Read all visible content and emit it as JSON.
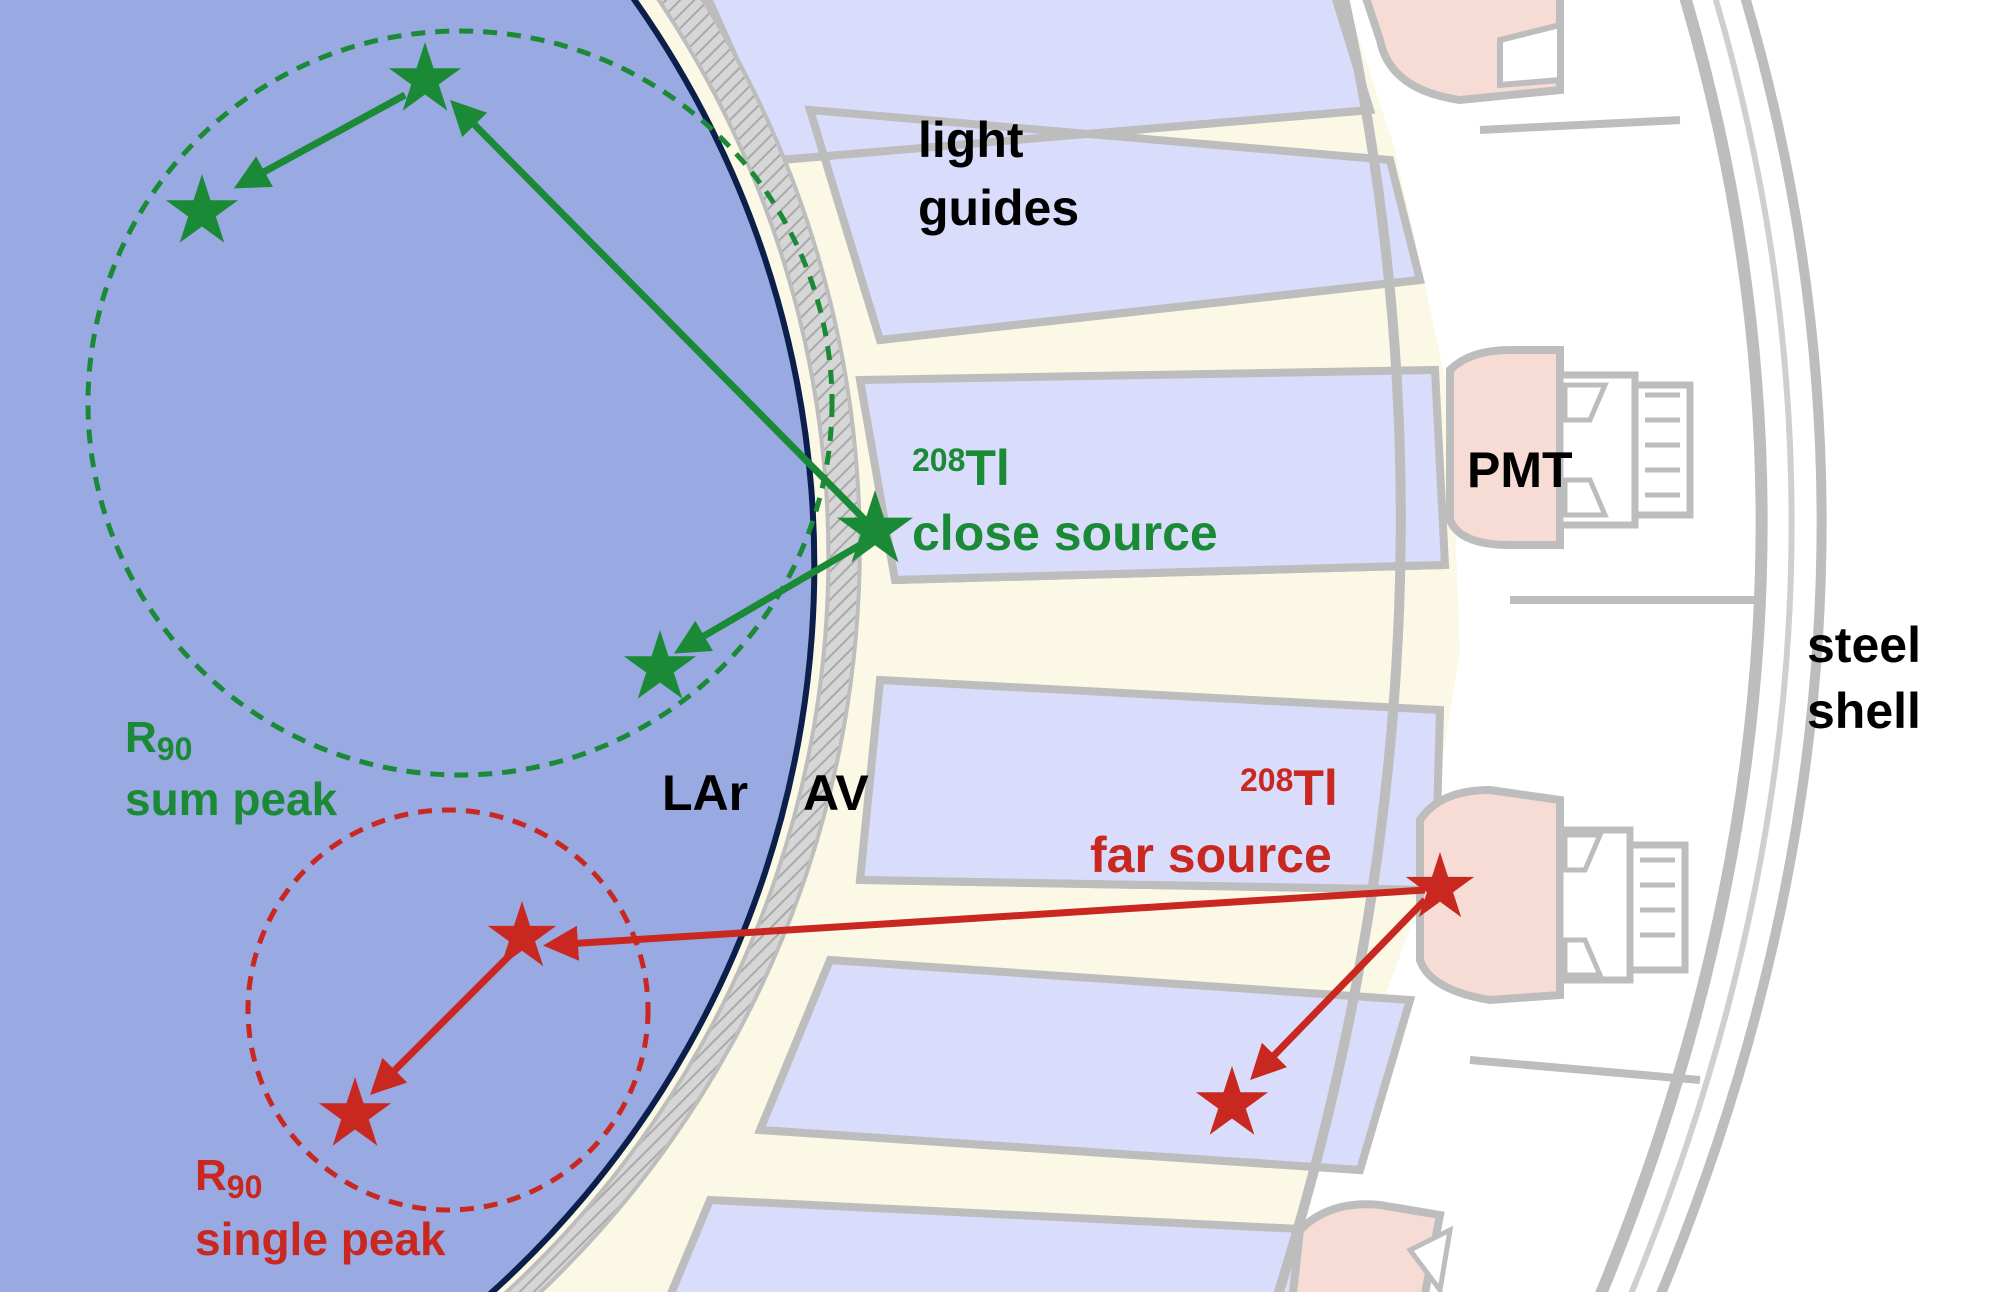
{
  "colors": {
    "background": "#ffffff",
    "lar_fill": "#99aae3",
    "lar_edge": "#0c1f4a",
    "av_hatch": "#c8c8c8",
    "light_guide_fill": "#d9dcfa",
    "light_guide_alt": "#fbf8e6",
    "guide_edge": "#bdbdbd",
    "pmt_fill": "#f7dcd6",
    "steel_edge": "#bdbdbd",
    "green": "#1b8a36",
    "red": "#c8281f",
    "black": "#000000"
  },
  "labels": {
    "light_guides_line1": "light",
    "light_guides_line2": "guides",
    "pmt": "PMT",
    "steel_line1": "steel",
    "steel_line2": "shell",
    "lar": "LAr",
    "av": "AV",
    "close_source_isotope_mass": "208",
    "close_source_isotope_symbol": "Tl",
    "close_source_name": "close source",
    "far_source_isotope_mass": "208",
    "far_source_isotope_symbol": "Tl",
    "far_source_name": "far source",
    "r90_sum_symbol": "R",
    "r90_sum_subscript": "90",
    "r90_sum_name": "sum peak",
    "r90_single_symbol": "R",
    "r90_single_subscript": "90",
    "r90_single_name": "single peak"
  },
  "icons": {
    "source_marker": "star-icon",
    "track_end": "arrow-head-icon"
  }
}
